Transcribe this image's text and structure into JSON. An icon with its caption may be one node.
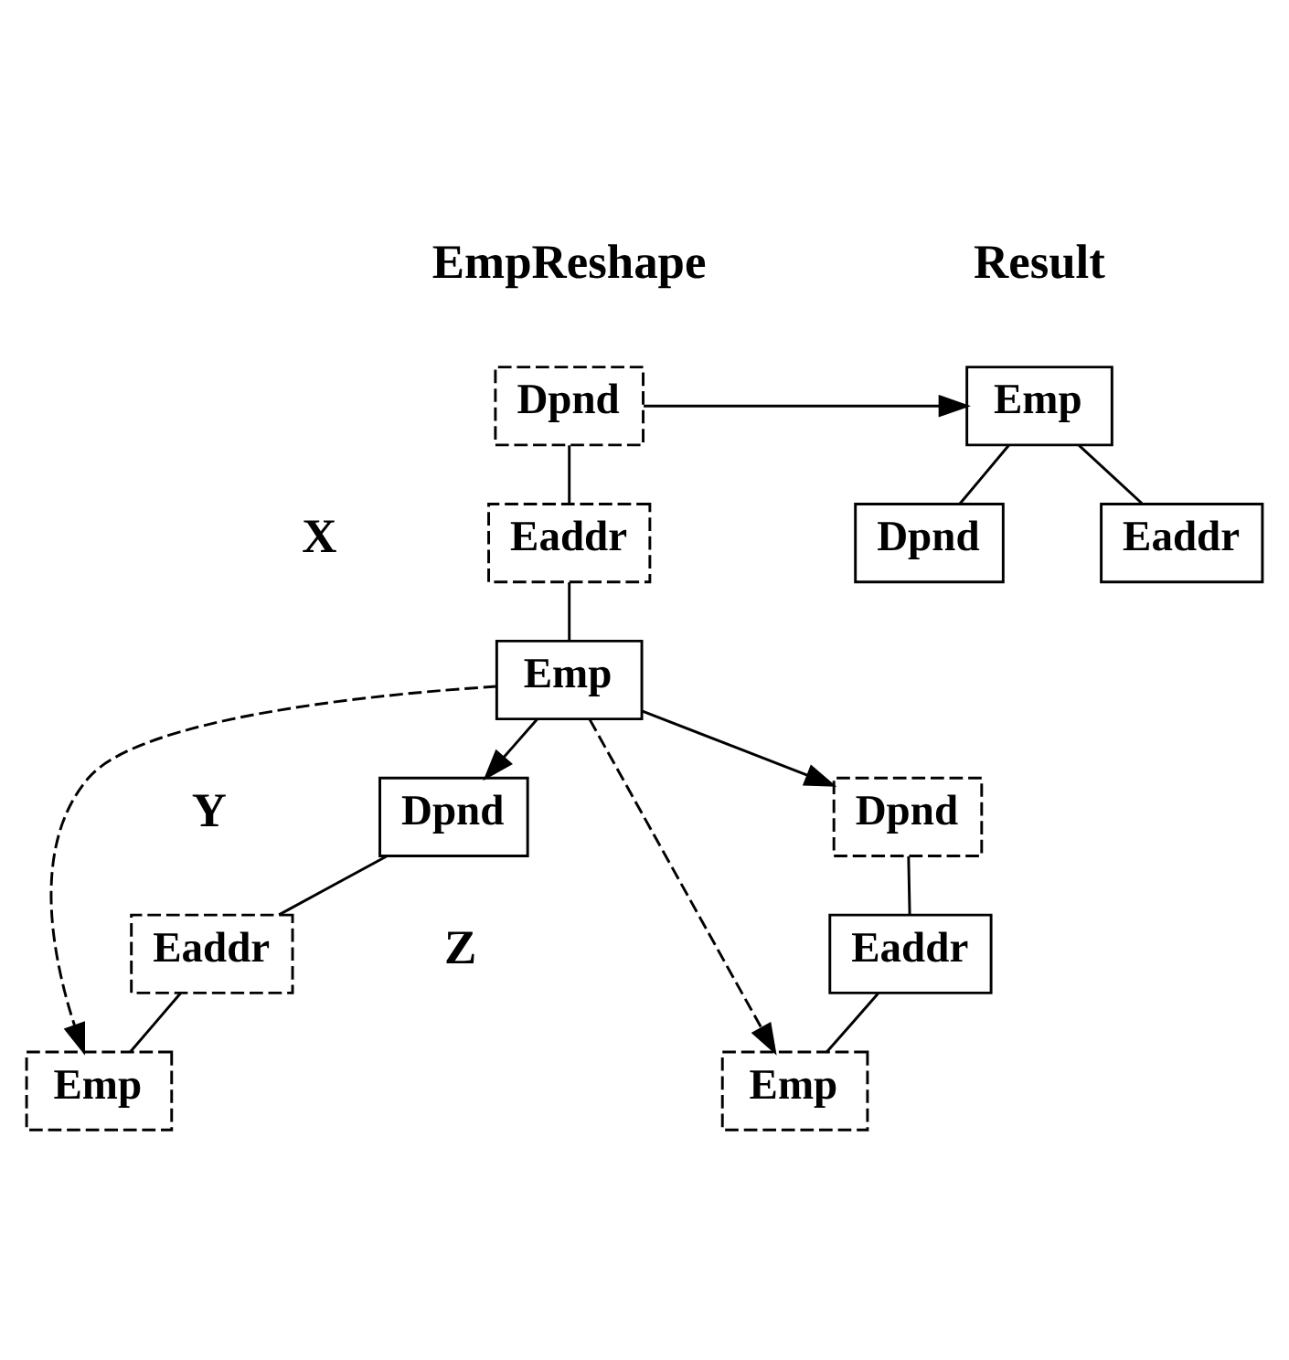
{
  "diagram": {
    "nodes": [
      {
        "text": [
          "Dpnd"
        ]
      },
      {
        "text": [
          "Eaddr"
        ]
      },
      {
        "text": [
          "Emp"
        ]
      },
      {
        "text": [
          "Dpnd"
        ]
      },
      {
        "text": [
          "Eaddr"
        ]
      },
      {
        "text": [
          "Emp"
        ]
      },
      {
        "text": [
          "Dpnd"
        ]
      },
      {
        "text": [
          "Eaddr"
        ]
      },
      {
        "text": [
          "Emp"
        ]
      },
      {
        "text": [
          "Emp"
        ]
      },
      {
        "text": [
          "Dpnd"
        ]
      },
      {
        "text": [
          "Eaddr"
        ]
      }
    ],
    "edges": [
      {
        "from": 0,
        "to": 1,
        "arrow": "none"
      },
      {
        "from": 1,
        "to": 2,
        "arrow": "none"
      },
      {
        "from": 2,
        "to": 3,
        "arrow": "to"
      },
      {
        "from": 3,
        "to": 4,
        "arrow": "none"
      },
      {
        "from": 4,
        "to": 5,
        "arrow": "none"
      },
      {
        "from": 2,
        "to": 5,
        "arrow": "to",
        "style": "dashed"
      },
      {
        "from": 2,
        "to": 6,
        "arrow": "to"
      },
      {
        "from": 6,
        "to": 7,
        "arrow": "none"
      },
      {
        "from": 7,
        "to": 8,
        "arrow": "none"
      },
      {
        "from": 2,
        "to": 8,
        "arrow": "to",
        "style": "dashed"
      },
      {
        "from": 9,
        "to": 10,
        "arrow": "none"
      },
      {
        "from": 9,
        "to": 11,
        "arrow": "none"
      },
      {
        "from": 0,
        "to": 9,
        "arrow": "to"
      }
    ],
    "labels": [
      "EmpReshape",
      "Result",
      "X",
      "Y",
      "Z"
    ]
  }
}
